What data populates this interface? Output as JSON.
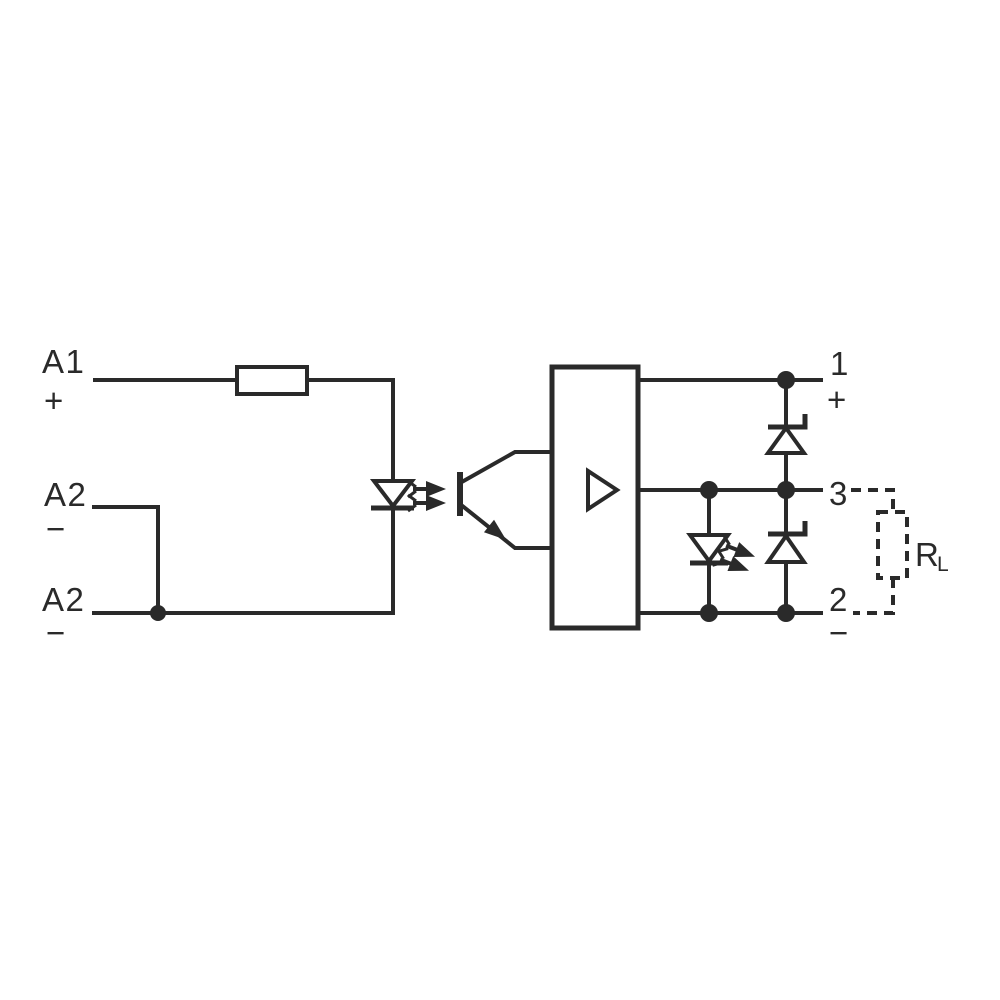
{
  "schematic": {
    "colors": {
      "ink": "#2a2a2a",
      "background": "#ffffff"
    },
    "input": {
      "terminals": [
        {
          "label": "A1",
          "polarity": "+"
        },
        {
          "label": "A2",
          "polarity": "−"
        },
        {
          "label": "A2",
          "polarity": "−"
        }
      ],
      "icons": [
        "series-resistor",
        "emitter-led",
        "light-arrows"
      ]
    },
    "coupler": {
      "icons": [
        "phototransistor",
        "driver-block",
        "amplifier-triangle"
      ]
    },
    "output": {
      "terminals": [
        {
          "label": "1",
          "polarity": "+"
        },
        {
          "label": "3",
          "polarity": ""
        },
        {
          "label": "2",
          "polarity": "−"
        }
      ],
      "icons": [
        "zener-diode",
        "status-led",
        "light-arrows",
        "zener-diode",
        "junction-dots"
      ]
    },
    "load": {
      "label": "R",
      "subscript": "L",
      "icon": "dashed-load-resistor"
    }
  }
}
